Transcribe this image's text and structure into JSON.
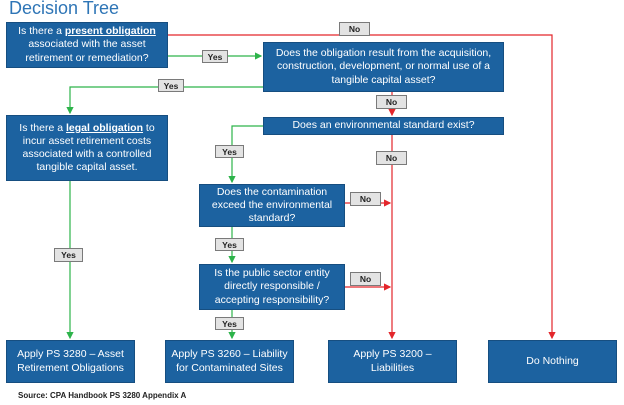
{
  "title": "Decision Tree",
  "colors": {
    "box": "#1c62a0",
    "yes_line": "#2db34a",
    "no_line": "#e3262b"
  },
  "q1": {
    "pre": "Is there a ",
    "em": "present obligation",
    "post": " associated with the asset retirement or remediation?"
  },
  "q2": {
    "text": "Does the obligation result from the acquisition, construction, development, or normal use of a tangible capital asset?"
  },
  "q3": {
    "pre": "Is there a ",
    "em": "legal obligation",
    "post": " to incur asset retirement costs associated with a controlled tangible capital asset."
  },
  "q4": {
    "text": "Does an environmental standard exist?"
  },
  "q5": {
    "text": "Does the contamination exceed the environmental standard?"
  },
  "q6": {
    "text": "Is the public sector entity directly responsible / accepting responsibility?"
  },
  "outcomes": {
    "o1": "Apply PS 3280 – Asset Retirement Obligations",
    "o2": "Apply PS 3260 – Liability for Contaminated Sites",
    "o3": "Apply PS 3200 – Liabilities",
    "o4": "Do Nothing"
  },
  "labels": {
    "yes": "Yes",
    "no": "No"
  },
  "source": "Source: CPA Handbook PS 3280 Appendix A"
}
